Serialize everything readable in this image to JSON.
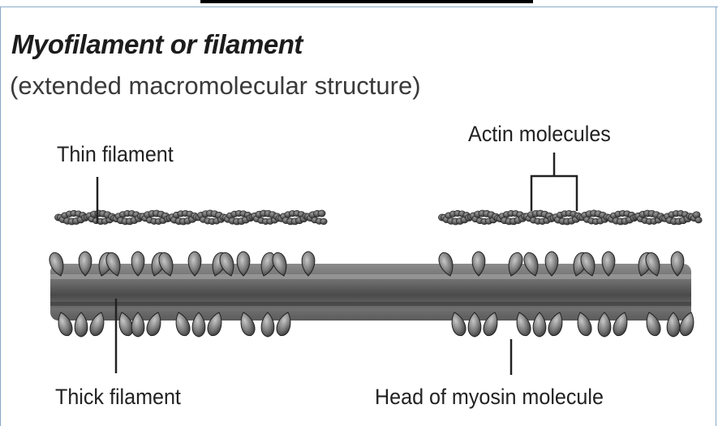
{
  "title": "Myofilament or filament",
  "subtitle": "(extended macromolecular structure)",
  "labels": {
    "thin": "Thin filament",
    "actin": "Actin molecules",
    "thick": "Thick filament",
    "myosin_head": "Head of myosin molecule"
  },
  "colors": {
    "border": "#8aa9c8",
    "filament_dark": "#3a3a3a",
    "filament_light": "#9a9a9a",
    "text": "#222222"
  }
}
